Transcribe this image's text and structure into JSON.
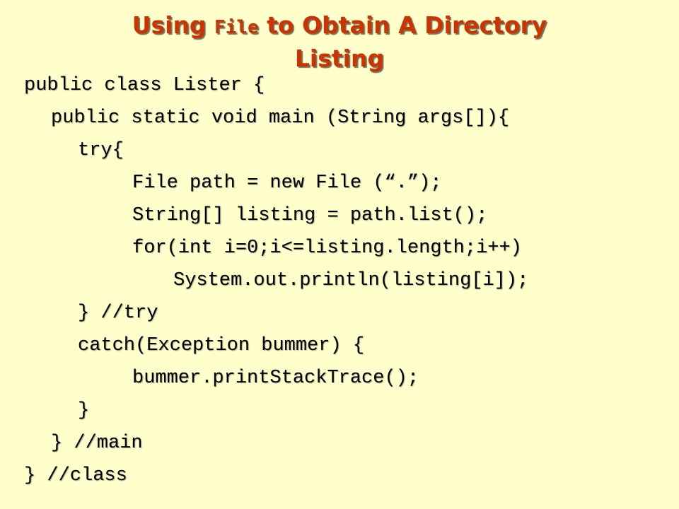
{
  "title": {
    "part1": "Using ",
    "code": "File",
    "part2": " to Obtain A Directory",
    "line2": "Listing"
  },
  "code": {
    "lines": [
      "public class Lister {",
      "public static void main (String args[]){",
      "try{",
      "File path = new File (“.”);",
      "String[] listing = path.list();",
      "for(int i=0;i<=listing.length;i++)",
      "System.out.println(listing[i]);",
      "} //try",
      "catch(Exception bummer) {",
      "bummer.printStackTrace();",
      "}",
      "} //main",
      "} //class"
    ]
  }
}
